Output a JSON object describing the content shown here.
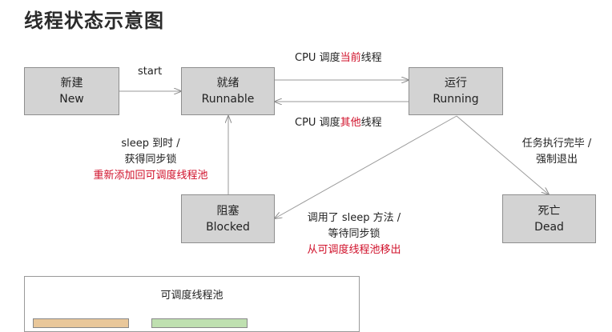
{
  "title": "线程状态示意图",
  "states": {
    "new": {
      "cn": "新建",
      "en": "New"
    },
    "runnable": {
      "cn": "就绪",
      "en": "Runnable"
    },
    "running": {
      "cn": "运行",
      "en": "Running"
    },
    "blocked": {
      "cn": "阻塞",
      "en": "Blocked"
    },
    "dead": {
      "cn": "死亡",
      "en": "Dead"
    }
  },
  "edges": {
    "start": "start",
    "cpu_current": {
      "prefix": "CPU 调度",
      "highlight": "当前",
      "suffix": "线程"
    },
    "cpu_other": {
      "prefix": "CPU 调度",
      "highlight": "其他",
      "suffix": "线程"
    },
    "sleep_done": {
      "line1": "sleep 到时 /",
      "line2": "获得同步锁",
      "line3": "重新添加回可调度线程池"
    },
    "to_blocked": {
      "line1": "调用了 sleep 方法 /",
      "line2": "等待同步锁",
      "line3": "从可调度线程池移出"
    },
    "to_dead": {
      "line1": "任务执行完毕 /",
      "line2": "强制退出"
    }
  },
  "pool": {
    "title": "可调度线程池"
  },
  "colors": {
    "box": "#d3d3d3",
    "border": "#8e8e8e",
    "arrow": "#9a9a9a",
    "highlight": "#d0102a",
    "pool_bar_left": "#e9c79a",
    "pool_bar_right": "#bfe0b0"
  }
}
